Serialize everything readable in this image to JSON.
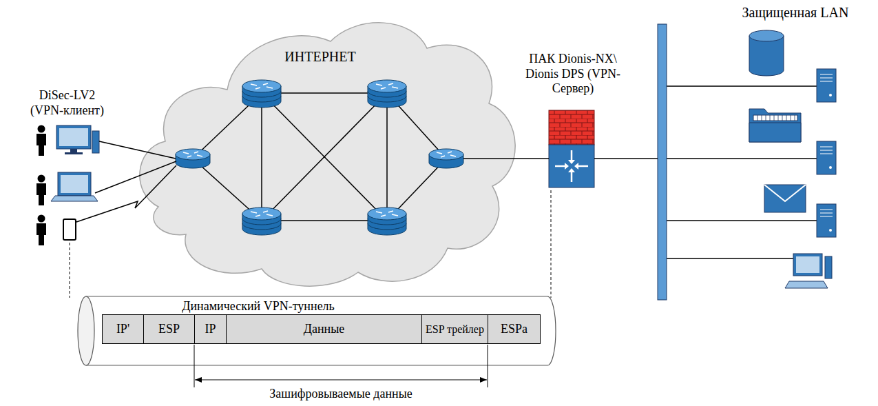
{
  "diagram": {
    "nodes": [
      {
        "text": [
          "DiSec-LV2 (VPN-клиент)"
        ]
      },
      {
        "text": [
          "ИНТЕРНЕТ"
        ]
      },
      {
        "text": [
          "ПАК Dionis-NX\\ Dionis DPS (VPN-Сервер)"
        ]
      },
      {
        "text": [
          "Защищенная LAN"
        ]
      },
      {
        "text": [
          "Динамический VPN-туннель"
        ]
      },
      {
        "text": [
          "IP'"
        ],
        "in": 4
      },
      {
        "text": [
          "ESP"
        ],
        "in": 4
      },
      {
        "text": [
          "IP"
        ],
        "in": 4
      },
      {
        "text": [
          "Данные"
        ],
        "in": 4
      },
      {
        "text": [
          "ESP трейлер"
        ],
        "in": 4
      },
      {
        "text": [
          "ESPa"
        ],
        "in": 4
      }
    ],
    "edges": [
      {
        "from": 0,
        "to": 1,
        "arrow": "none"
      },
      {
        "from": 1,
        "to": 2,
        "arrow": "none"
      },
      {
        "from": 2,
        "to": 3,
        "arrow": "none"
      }
    ],
    "labels": [
      "Зашифровываемые данные"
    ]
  }
}
